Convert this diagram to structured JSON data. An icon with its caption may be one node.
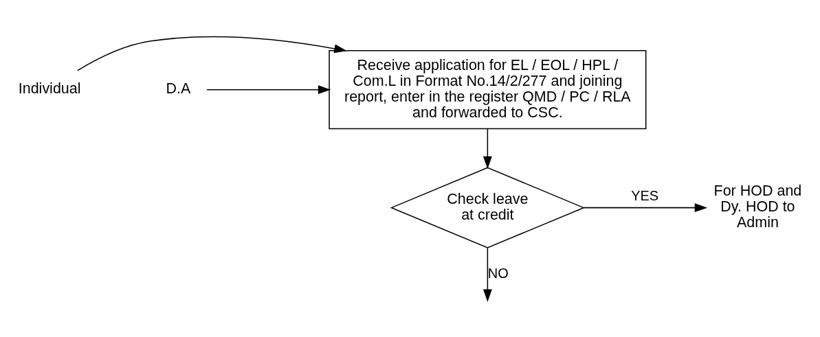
{
  "diagram": {
    "nodes": [
      {
        "text": [
          "Individual"
        ]
      },
      {
        "text": [
          "Receive application for EL / EOL / HPL / Com.L in Format No.14/2/277 and joining report, enter in the register QMD / PC / RLA and forwarded to CSC."
        ]
      },
      {
        "text": [
          "D.A"
        ]
      },
      {
        "text": [
          "Check leave at credit"
        ]
      },
      {
        "text": [
          "For HOD and Dy. HOD to Admin"
        ]
      }
    ],
    "edges": [
      {
        "from": 0,
        "to": 1,
        "arrow": "to"
      },
      {
        "from": 2,
        "to": 1,
        "arrow": "to"
      },
      {
        "from": 1,
        "to": 3,
        "arrow": "to"
      },
      {
        "from": 3,
        "to": 4,
        "label": "YES",
        "arrow": "to"
      },
      {
        "from": 3,
        "to": null,
        "label": "NO",
        "arrow": "to"
      }
    ]
  }
}
